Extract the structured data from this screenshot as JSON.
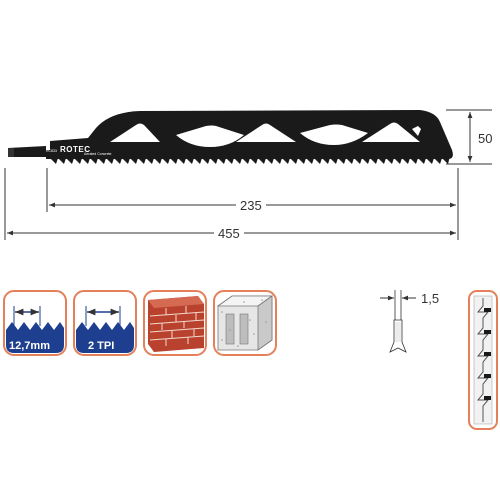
{
  "blade": {
    "brand": "ROTEC",
    "model": "RC833",
    "tagline": "Aerated Concrete"
  },
  "dimensions": {
    "height": "50",
    "cut_length": "235",
    "total_length": "455",
    "thickness": "1,5"
  },
  "icons": {
    "shank_width": "12,7mm",
    "teeth_per_inch": "2 TPI"
  },
  "colors": {
    "accent": "#1e3f8f",
    "icon_border": "#e4805a",
    "blade": "#1a1a1a",
    "brick": "#b9422e"
  }
}
